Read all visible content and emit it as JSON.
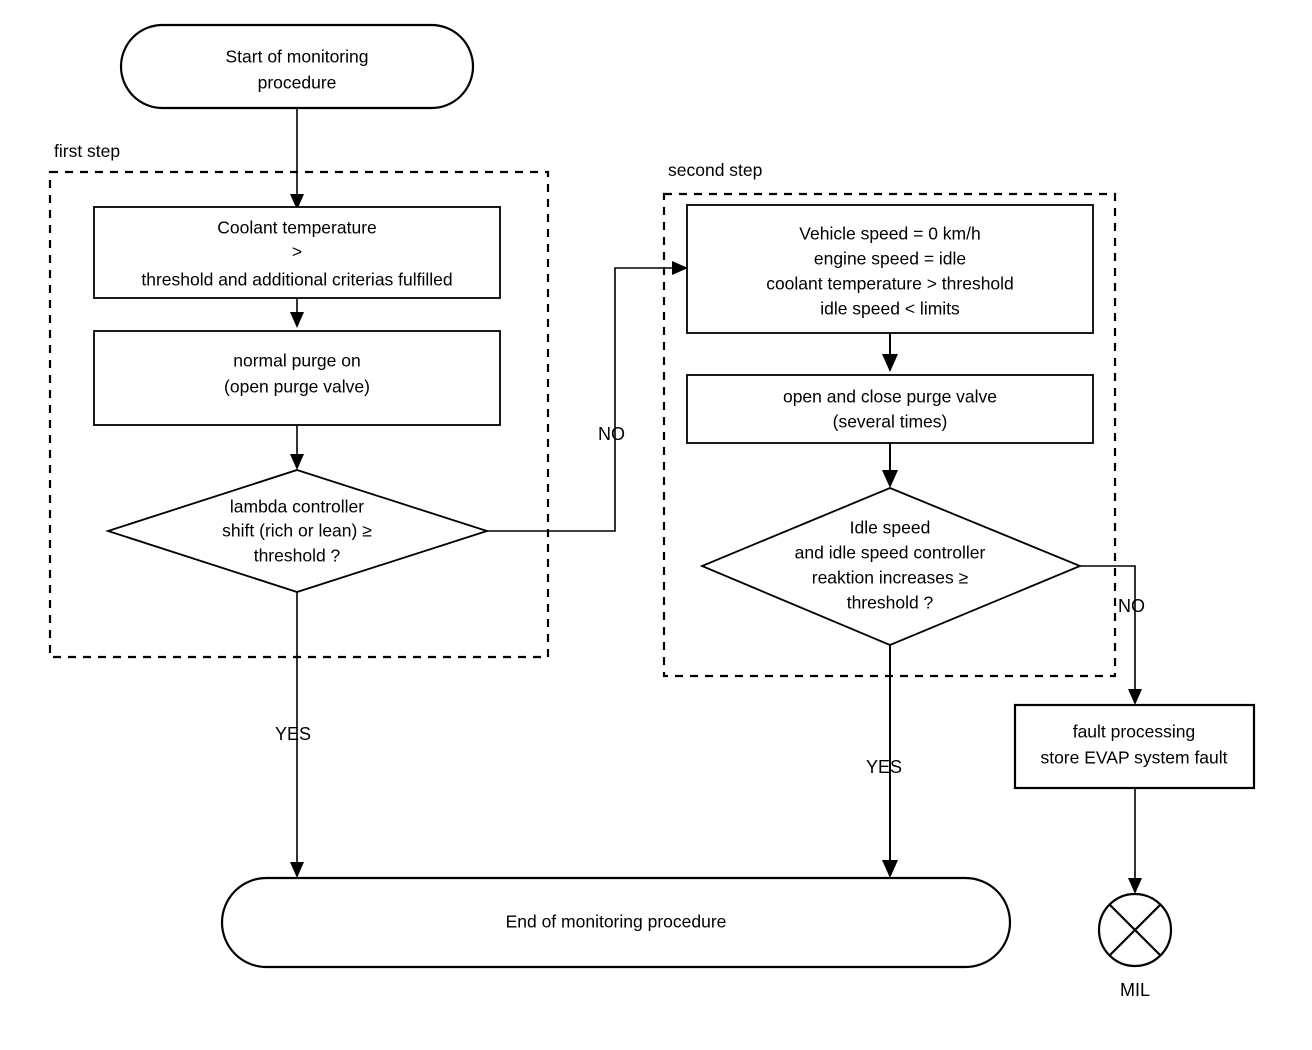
{
  "diagram": {
    "title": "EVAP system monitoring procedure flowchart",
    "background_color": "#ffffff",
    "line_color": "#000000",
    "groups": [
      {
        "id": "first-step",
        "label": "first step"
      },
      {
        "id": "second-step",
        "label": "second step"
      }
    ],
    "nodes": {
      "start": {
        "shape": "terminator",
        "lines": [
          "Start of monitoring",
          "procedure"
        ]
      },
      "coolant_temp": {
        "shape": "process",
        "lines": [
          "Coolant temperature",
          ">",
          "threshold and additional criterias fulfilled"
        ]
      },
      "normal_purge": {
        "shape": "process",
        "lines": [
          "normal purge on",
          "(open purge valve)"
        ]
      },
      "lambda_decision": {
        "shape": "decision",
        "lines": [
          "lambda controller",
          "shift (rich or lean) ≥",
          "threshold ?"
        ]
      },
      "vehicle_conditions": {
        "shape": "process",
        "lines": [
          "Vehicle speed = 0 km/h",
          "engine speed = idle",
          "coolant temperature > threshold",
          "idle speed < limits"
        ]
      },
      "purge_cycle": {
        "shape": "process",
        "lines": [
          "open and close purge valve",
          "(several times)"
        ]
      },
      "idle_decision": {
        "shape": "decision",
        "lines": [
          "Idle speed",
          "and idle speed controller",
          "reaktion increases ≥",
          "threshold ?"
        ]
      },
      "fault_processing": {
        "shape": "process",
        "lines": [
          "fault processing",
          "store EVAP system fault"
        ]
      },
      "end": {
        "shape": "terminator",
        "lines": [
          "End of monitoring procedure"
        ]
      },
      "mil": {
        "shape": "lamp",
        "lines": [
          "MIL"
        ]
      }
    },
    "edge_labels": {
      "lambda_no": "NO",
      "lambda_yes": "YES",
      "idle_no": "NO",
      "idle_yes": "YES"
    }
  }
}
